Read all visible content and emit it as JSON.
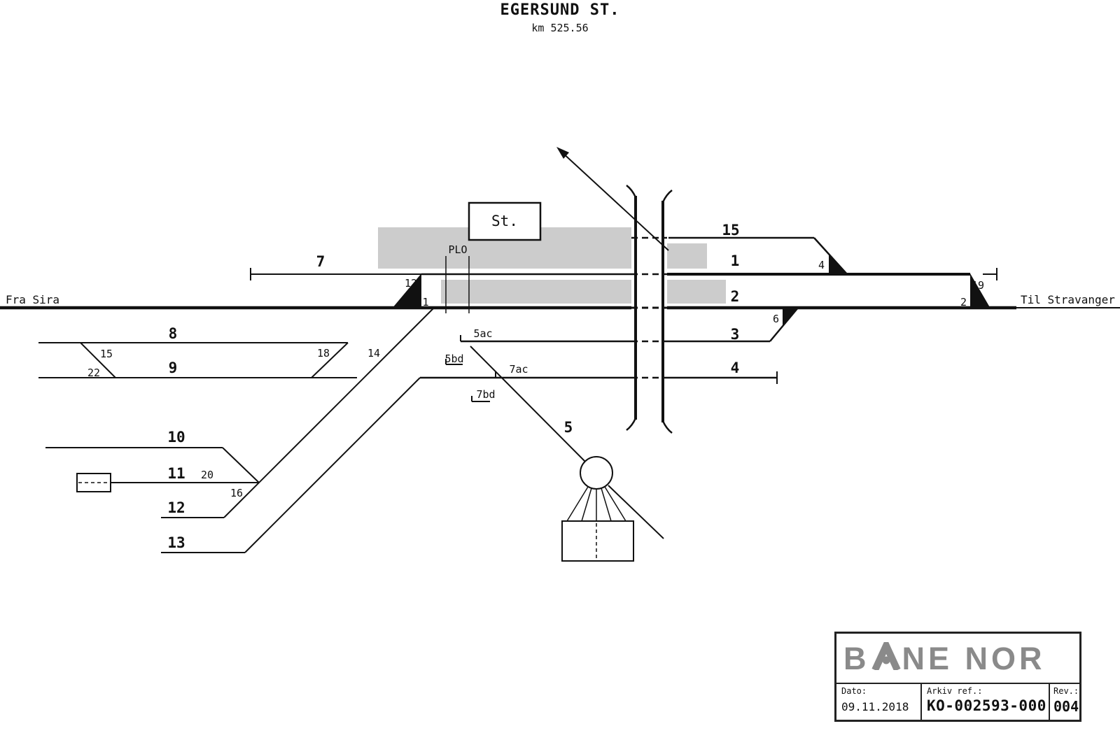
{
  "header": {
    "title": "EGERSUND ST.",
    "km": "km 525.56"
  },
  "endpoints": {
    "left": "Fra Sira",
    "right": "Til Stravanger"
  },
  "station": {
    "building": "St.",
    "level_crossing": "PLO"
  },
  "track_labels": {
    "t1": "1",
    "t2": "2",
    "t3": "3",
    "t4": "4",
    "t5": "5",
    "t7": "7",
    "t8": "8",
    "t9": "9",
    "t10": "10",
    "t11": "11",
    "t12": "12",
    "t13": "13",
    "t15": "15"
  },
  "switch_labels": {
    "s1": "1",
    "s2": "2",
    "s4": "4",
    "s6": "6",
    "s12": "12",
    "s14": "14",
    "s15": "15",
    "s16": "16",
    "s18": "18",
    "s19": "19",
    "s20": "20",
    "s22": "22"
  },
  "joint_labels": {
    "j5ac": "5ac",
    "j5bd": "5bd",
    "j7ac": "7ac",
    "j7bd": "7bd"
  },
  "title_block": {
    "brand_left": "B",
    "brand_right": "NE NOR",
    "date_label": "Dato:",
    "date_value": "09.11.2018",
    "archive_label": "Arkiv ref.:",
    "archive_value": "KO-002593-000",
    "rev_label": "Rev.:",
    "rev_value": "004"
  },
  "colors": {
    "ink": "#111111",
    "platform": "#cccccc",
    "brand_gray": "#8a8a8a"
  }
}
